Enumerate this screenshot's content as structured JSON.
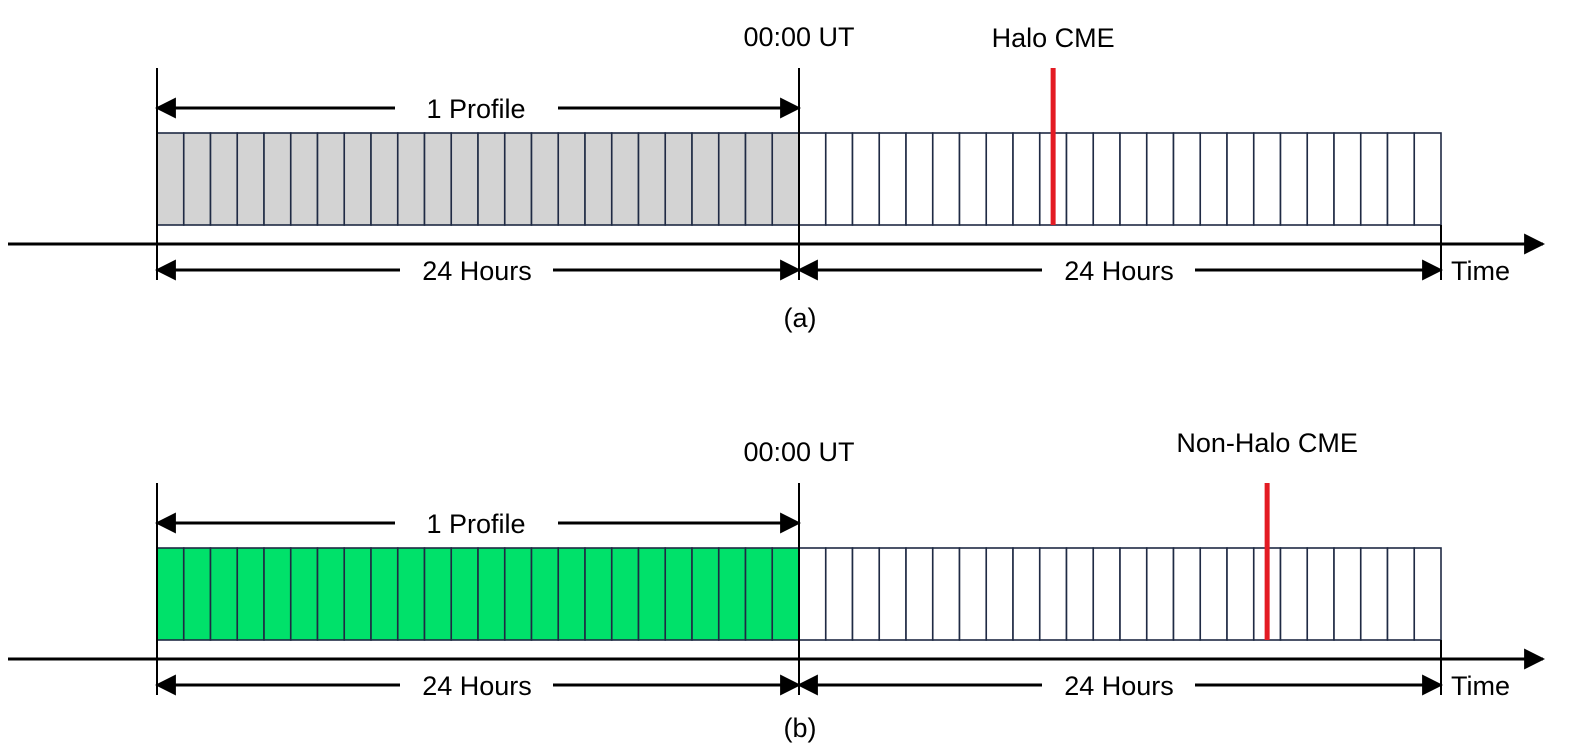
{
  "colors": {
    "shade_a": "#d3d3d3",
    "shade_b": "#00e16a",
    "cell_border": "#1f2a44",
    "event_line": "#e31b23",
    "ink": "#000000"
  },
  "panels": [
    {
      "utc_label": "00:00 UT",
      "profile_label": "1 Profile",
      "event_label": "Halo CME",
      "event_hour": 9.5,
      "left_span_label": "24 Hours",
      "right_span_label": "24 Hours",
      "axis_label": "Time",
      "caption": "(a)",
      "hours_per_window": 24,
      "shaded_hours": 24,
      "total_hours": 48,
      "shade": "#d3d3d3"
    },
    {
      "utc_label": "00:00 UT",
      "profile_label": "1 Profile",
      "event_label": "Non-Halo CME",
      "event_hour": 17.5,
      "left_span_label": "24 Hours",
      "right_span_label": "24 Hours",
      "axis_label": "Time",
      "caption": "(b)",
      "hours_per_window": 24,
      "shaded_hours": 24,
      "total_hours": 48,
      "shade": "#00e16a"
    }
  ]
}
